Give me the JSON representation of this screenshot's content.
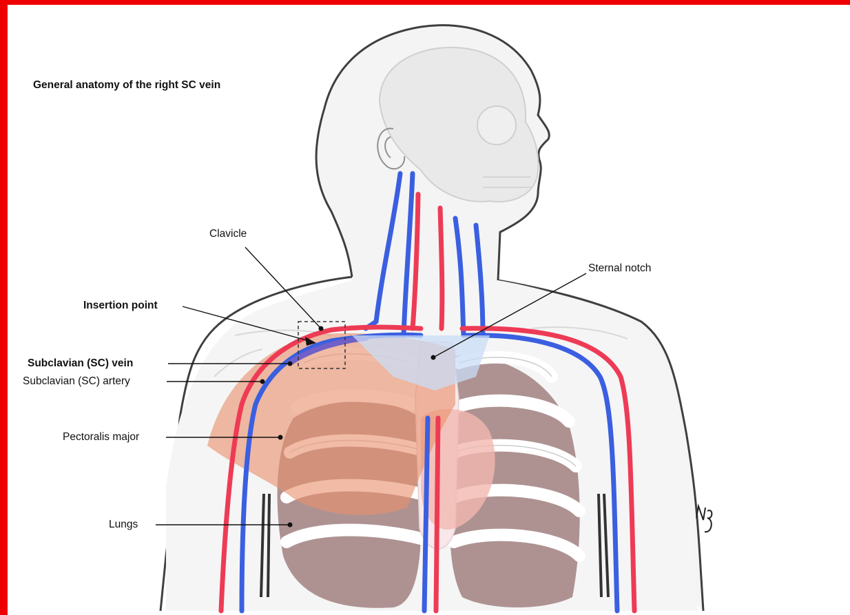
{
  "title": "General anatomy of the right SC vein",
  "labels": {
    "clavicle": "Clavicle",
    "sternal_notch": "Sternal notch",
    "insertion_point": "Insertion point",
    "sc_vein": "Subclavian (SC) vein",
    "sc_artery": "Subclavian (SC) artery",
    "pectoralis": "Pectoralis major",
    "lungs": "Lungs"
  },
  "signature": "Ng",
  "colors": {
    "frame": "#ee0000",
    "vein": "#3a5fe0",
    "artery": "#ee3b55",
    "muscle": "#e8926e",
    "lung": "#9c7a7a",
    "skin_outline": "#444444",
    "bone": "#eeeeee"
  }
}
